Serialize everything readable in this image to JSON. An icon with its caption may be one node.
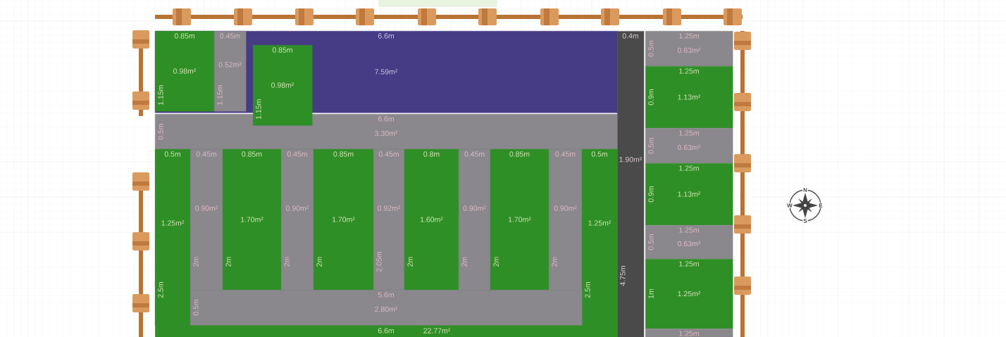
{
  "diagram": {
    "nodes": [
      {
        "text": [
          "6.6m",
          "7.59m²"
        ]
      },
      {
        "text": [
          "0.85m",
          "1.15m",
          "0.98m²"
        ],
        "in": 0
      },
      {
        "text": [
          "0.45m",
          "1.15m",
          "0.52m²"
        ],
        "in": 0
      },
      {
        "text": [
          "0.85m",
          "1.15m",
          "0.98m²"
        ]
      },
      {
        "text": [
          "0.4m",
          "4.75m",
          "1.90m²"
        ]
      },
      {
        "text": [
          "1.25m",
          "0.5m",
          "0.63m²"
        ]
      },
      {
        "text": [
          "1.25m",
          "0.9m",
          "1.13m²"
        ]
      },
      {
        "text": [
          "1.25m",
          "0.5m",
          "0.63m²"
        ]
      },
      {
        "text": [
          "1.25m",
          "0.9m",
          "1.13m²"
        ]
      },
      {
        "text": [
          "1.25m",
          "0.5m",
          "0.63m²"
        ]
      },
      {
        "text": [
          "1.25m",
          "1m",
          "1.25m²"
        ]
      },
      {
        "text": [
          "6.6m",
          "0.5m",
          "3.30m²"
        ]
      },
      {
        "text": [
          "6.6m",
          "22.77m²"
        ]
      },
      {
        "text": [
          "0.5m",
          "2.5m",
          "1.25m²"
        ],
        "in": 12
      },
      {
        "text": [
          "0.45m",
          "2m",
          "0.90m²"
        ],
        "in": 12
      },
      {
        "text": [
          "0.85m",
          "2m",
          "1.70m²"
        ],
        "in": 12
      },
      {
        "text": [
          "0.45m",
          "2m",
          "0.90m²"
        ],
        "in": 12
      },
      {
        "text": [
          "0.85m",
          "2m",
          "1.70m²"
        ],
        "in": 12
      },
      {
        "text": [
          "0.45m",
          "2.05m",
          "0.92m²"
        ],
        "in": 12
      },
      {
        "text": [
          "0.8m",
          "2m",
          "1.60m²"
        ],
        "in": 12
      },
      {
        "text": [
          "0.45m",
          "2m",
          "0.90m²"
        ],
        "in": 12
      },
      {
        "text": [
          "0.85m",
          "2m",
          "1.70m²"
        ],
        "in": 12
      },
      {
        "text": [
          "0.45m",
          "2m",
          "0.90m²"
        ],
        "in": 12
      },
      {
        "text": [
          "0.5m",
          "2.5m",
          "1.25m²"
        ],
        "in": 12
      },
      {
        "text": [
          "5.6m",
          "0.5m",
          "2.80m²"
        ],
        "in": 12
      },
      {
        "text": [
          "1.25m"
        ]
      }
    ],
    "labels": [
      "N",
      "W",
      "E",
      "S"
    ]
  }
}
